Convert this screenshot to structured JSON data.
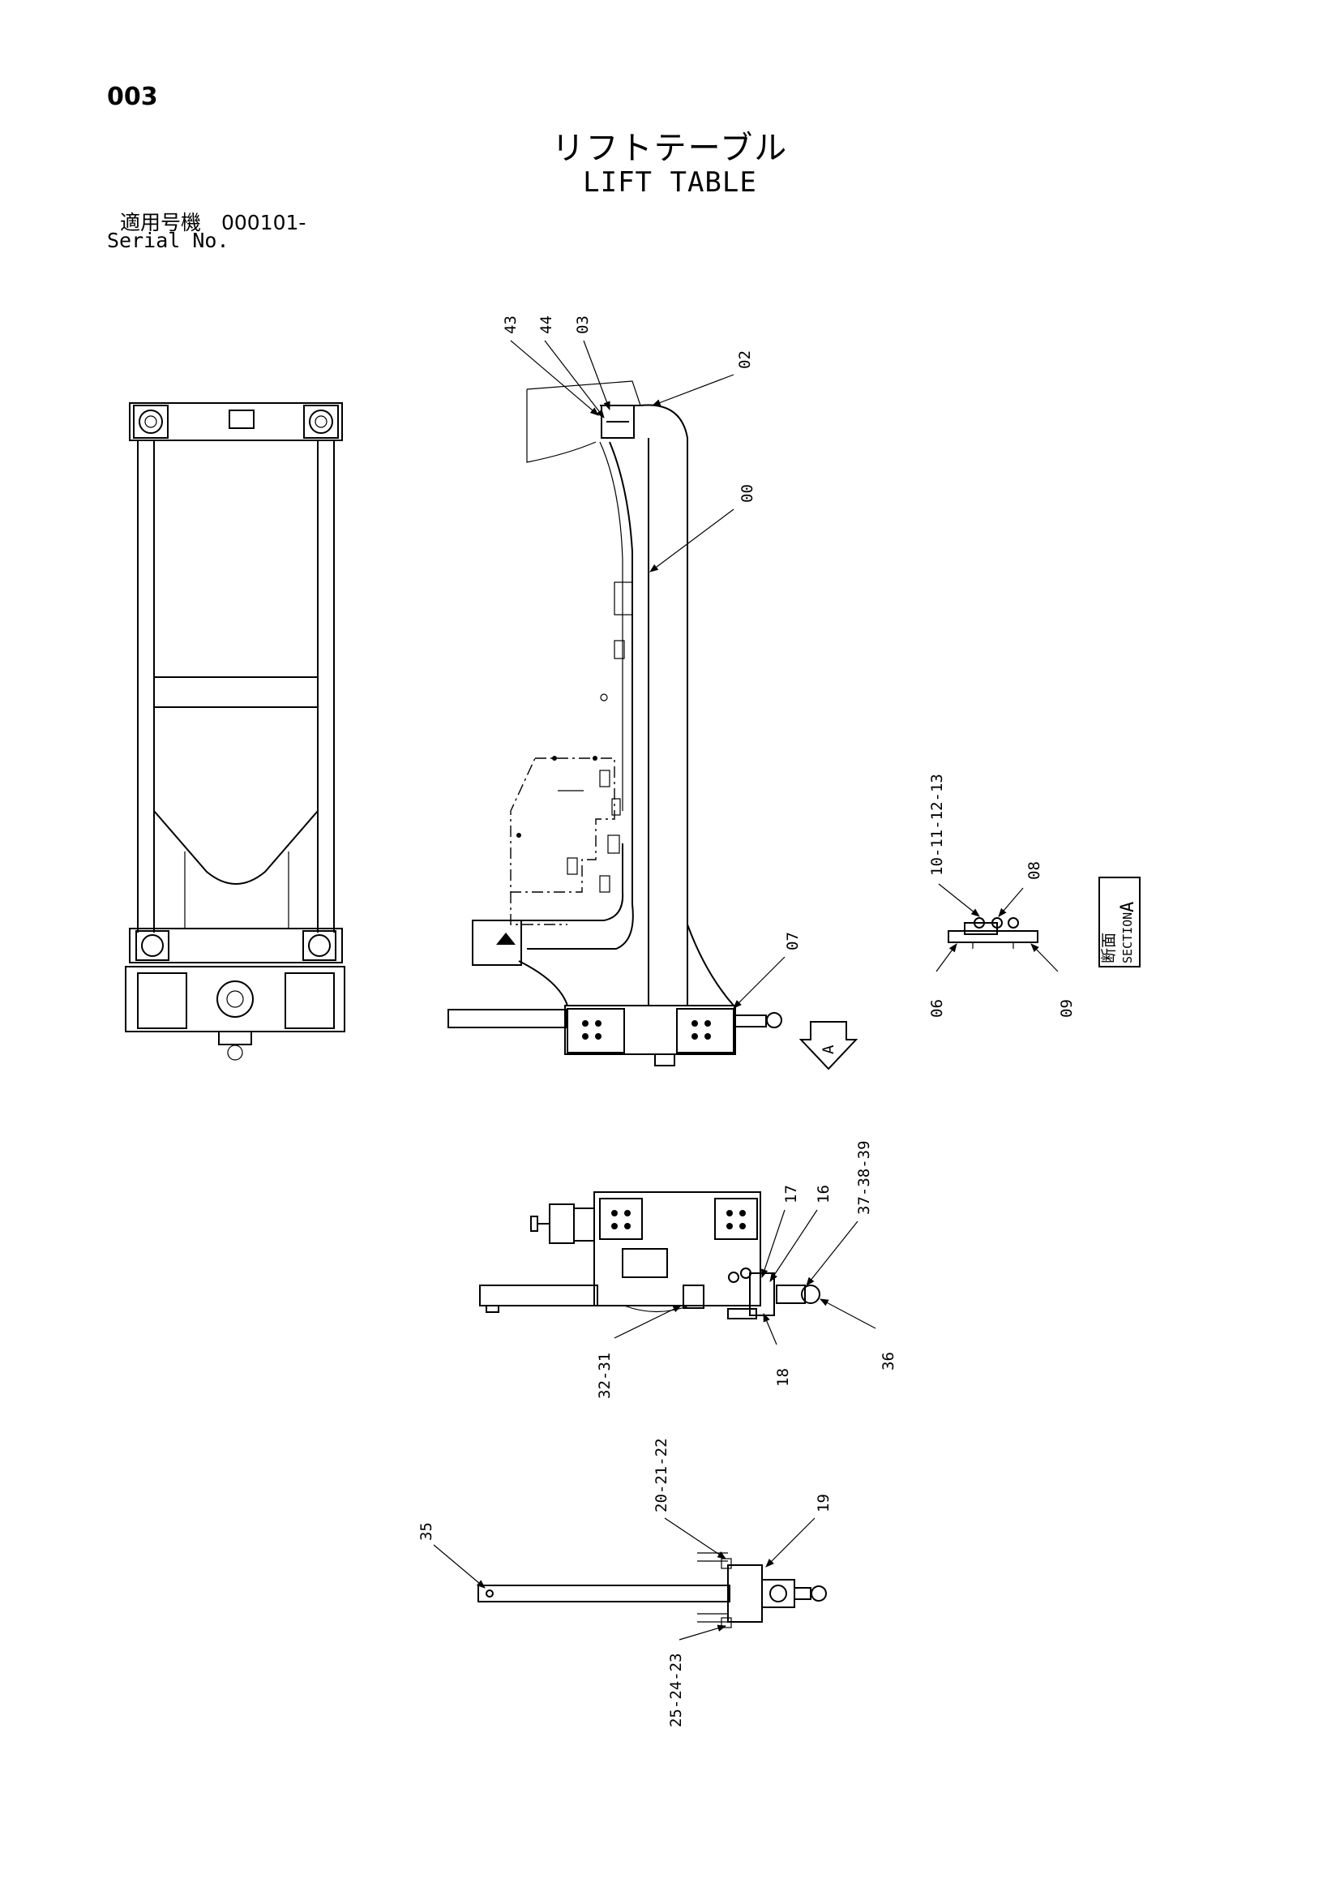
{
  "header": {
    "page_number": "003",
    "title_jp": "リフトテーブル",
    "title_en": "LIFT TABLE",
    "serial_label_jp": "適用号機　000101-",
    "serial_label_en": "Serial No."
  },
  "section_box": {
    "jp": "断面",
    "en": "SECTION",
    "letter": "A"
  },
  "view_arrow_letter": "A",
  "callouts": {
    "c43": "43",
    "c44": "44",
    "c03": "03",
    "c02": "02",
    "c00": "00",
    "c07": "07",
    "c10_13": "10-11-12-13",
    "c08": "08",
    "c06": "06",
    "c09": "09",
    "c17": "17",
    "c16": "16",
    "c37_39": "37-38-39",
    "c32_31": "32-31",
    "c18": "18",
    "c36": "36",
    "c20_22": "20-21-22",
    "c19": "19",
    "c35": "35",
    "c25_23": "25-24-23"
  }
}
